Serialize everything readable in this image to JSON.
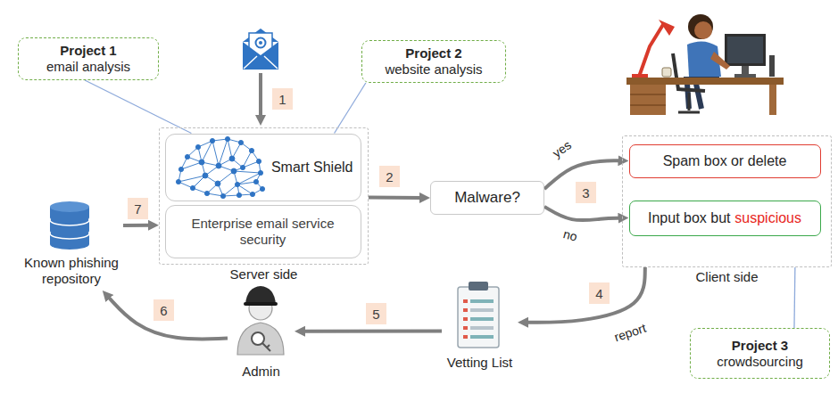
{
  "diagram": {
    "nodes": [
      {
        "text": [
          "Project 1",
          "email analysis"
        ]
      },
      {
        "text": [
          "Project 2",
          "website analysis"
        ]
      },
      {
        "text": [
          "Server side"
        ]
      },
      {
        "text": [
          "Smart Shield"
        ],
        "in": 2
      },
      {
        "text": [
          "Enterprise email service security"
        ],
        "in": 2
      },
      {
        "text": [
          "Malware?"
        ]
      },
      {
        "text": [
          "Client side"
        ]
      },
      {
        "text": [
          "Spam box or delete"
        ],
        "in": 6
      },
      {
        "text": [
          "Input box but",
          "suspicious"
        ],
        "in": 6
      },
      {
        "text": [
          "Known phishing repository"
        ]
      },
      {
        "text": [
          "Vetting List"
        ]
      },
      {
        "text": [
          "Admin"
        ]
      },
      {
        "text": [
          "Project 3",
          "crowdsourcing"
        ]
      }
    ],
    "edges": [
      {
        "from": 0,
        "to": 3,
        "arrow": "none"
      },
      {
        "from": 1,
        "to": 3,
        "arrow": "none"
      },
      {
        "from": 2,
        "to": 5,
        "arrow": "to"
      },
      {
        "from": 5,
        "to": 7,
        "label": "yes",
        "arrow": "to"
      },
      {
        "from": 5,
        "to": 8,
        "label": "no",
        "arrow": "to"
      },
      {
        "from": 6,
        "to": 10,
        "label": "report",
        "arrow": "to"
      },
      {
        "from": 10,
        "to": 11,
        "arrow": "to"
      },
      {
        "from": 11,
        "to": 9,
        "arrow": "to"
      },
      {
        "from": 9,
        "to": 2,
        "arrow": "to"
      },
      {
        "from": 12,
        "to": 6,
        "arrow": "none"
      }
    ],
    "labels": [
      "1",
      "2",
      "3",
      "4",
      "5",
      "6",
      "7"
    ]
  }
}
